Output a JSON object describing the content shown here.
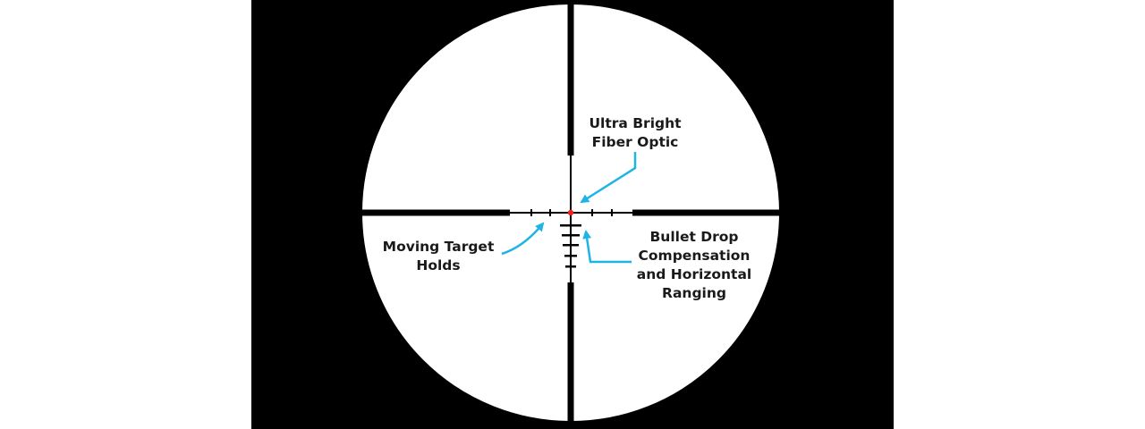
{
  "labels": {
    "fiber_optic": [
      "Ultra Bright",
      "Fiber Optic"
    ],
    "moving_target": [
      "Moving Target",
      "Holds"
    ],
    "bullet_drop": [
      "Bullet Drop",
      "Compensation",
      "and Horizontal",
      "Ranging"
    ]
  },
  "colors": {
    "background": "#ffffff",
    "scope_body": "#000000",
    "reticle": "#000000",
    "fiber_optic_dot": "#ff1a1a",
    "callout_arrow": "#1fb3e6",
    "label_text": "#1a1a1a"
  },
  "icons": {
    "dot": "fiber-optic-dot-icon",
    "arrow": "callout-arrow-icon"
  }
}
